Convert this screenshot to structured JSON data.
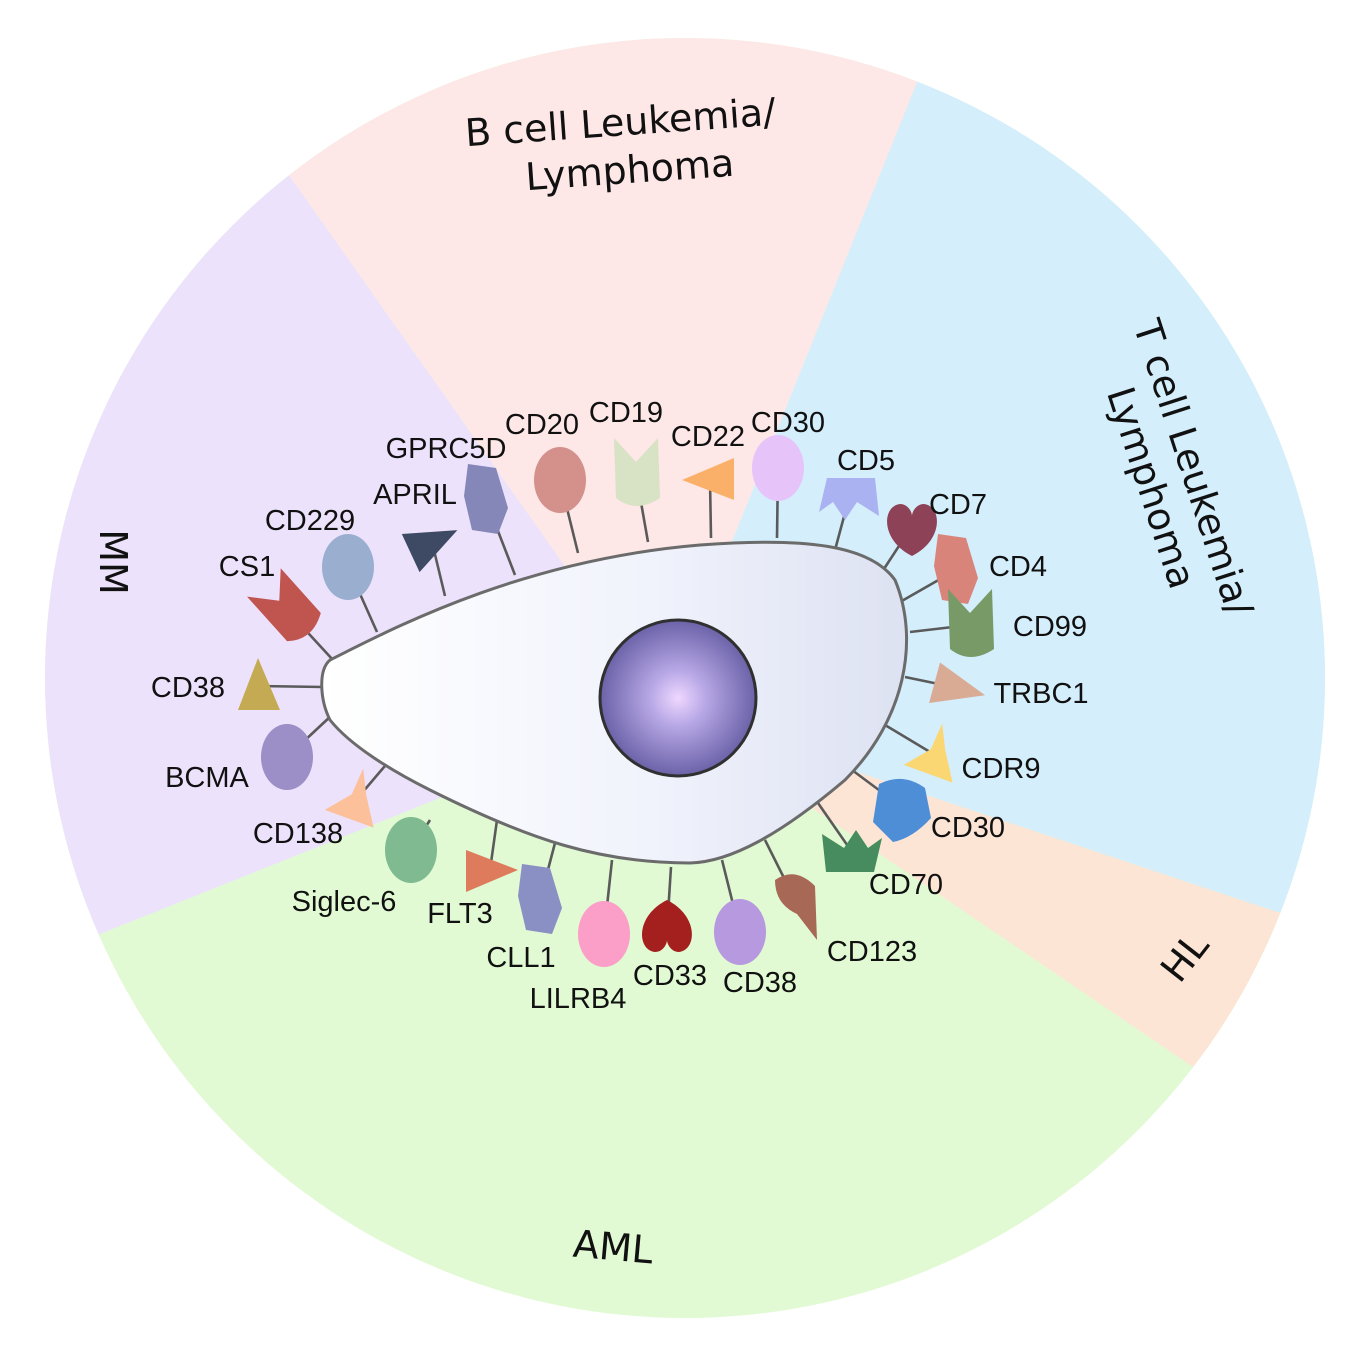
{
  "segments": [
    {
      "key": "mm",
      "label": "MM",
      "color": "#ede2fb"
    },
    {
      "key": "bcell",
      "lines": [
        "B cell Leukemia/",
        "Lymphoma"
      ],
      "color": "#fde8e7"
    },
    {
      "key": "tcell",
      "lines": [
        "T cell Leukemia/",
        "Lymphoma"
      ],
      "color": "#d4eefc"
    },
    {
      "key": "hl",
      "label": "HL",
      "color": "#fde5d5"
    },
    {
      "key": "aml",
      "label": "AML",
      "color": "#e1fad3"
    }
  ],
  "antigens": [
    {
      "id": "cs1",
      "label": "CS1",
      "shape": "notched",
      "color": "#c0554f"
    },
    {
      "id": "cd229",
      "label": "CD229",
      "shape": "oval",
      "color": "#9aaed0"
    },
    {
      "id": "april",
      "label": "APRIL",
      "shape": "triangle",
      "color": "#3e4a63"
    },
    {
      "id": "gprc5d",
      "label": "GPRC5D",
      "shape": "pentagon",
      "color": "#8487b8"
    },
    {
      "id": "cd20",
      "label": "CD20",
      "shape": "oval",
      "color": "#d4918b"
    },
    {
      "id": "cd19",
      "label": "CD19",
      "shape": "notched",
      "color": "#d8e2c4"
    },
    {
      "id": "cd22",
      "label": "CD22",
      "shape": "triangle",
      "color": "#fbb06a"
    },
    {
      "id": "cd30-t",
      "label": "CD30",
      "shape": "oval",
      "color": "#e6c4fa"
    },
    {
      "id": "cd5",
      "label": "CD5",
      "shape": "crown",
      "color": "#aab2f2"
    },
    {
      "id": "cd7",
      "label": "CD7",
      "shape": "heart",
      "color": "#8e4257"
    },
    {
      "id": "cd4",
      "label": "CD4",
      "shape": "pentagon",
      "color": "#d9847a"
    },
    {
      "id": "cd99",
      "label": "CD99",
      "shape": "notched",
      "color": "#789a66"
    },
    {
      "id": "trbc1",
      "label": "TRBC1",
      "shape": "triangle",
      "color": "#d9ab95"
    },
    {
      "id": "cdr9",
      "label": "CDR9",
      "shape": "funnel",
      "color": "#fbd774"
    },
    {
      "id": "cd30-h",
      "label": "CD30",
      "shape": "cup",
      "color": "#4e8ed6"
    },
    {
      "id": "cd70",
      "label": "CD70",
      "shape": "crown",
      "color": "#478c5e"
    },
    {
      "id": "cd123",
      "label": "CD123",
      "shape": "drop",
      "color": "#a86856"
    },
    {
      "id": "cd38-a",
      "label": "CD38",
      "shape": "oval",
      "color": "#b799e0"
    },
    {
      "id": "cd33",
      "label": "CD33",
      "shape": "heart",
      "color": "#a3201e"
    },
    {
      "id": "lilrb4",
      "label": "LILRB4",
      "shape": "oval",
      "color": "#fb9ec8"
    },
    {
      "id": "cll1",
      "label": "CLL1",
      "shape": "pentagon",
      "color": "#8a8fc4"
    },
    {
      "id": "flt3",
      "label": "FLT3",
      "shape": "triangle",
      "color": "#de7b5c"
    },
    {
      "id": "siglec6",
      "label": "Siglec-6",
      "shape": "oval",
      "color": "#7fba91"
    },
    {
      "id": "cd138",
      "label": "CD138",
      "shape": "funnel",
      "color": "#fcc09b"
    },
    {
      "id": "bcma",
      "label": "BCMA",
      "shape": "oval",
      "color": "#9c8ec6"
    },
    {
      "id": "cd38-m",
      "label": "CD38",
      "shape": "triangle",
      "color": "#c4ab53"
    }
  ],
  "cell": {
    "membrane_color": "#6b6b6b",
    "nucleus_color": "#7e72b6"
  }
}
